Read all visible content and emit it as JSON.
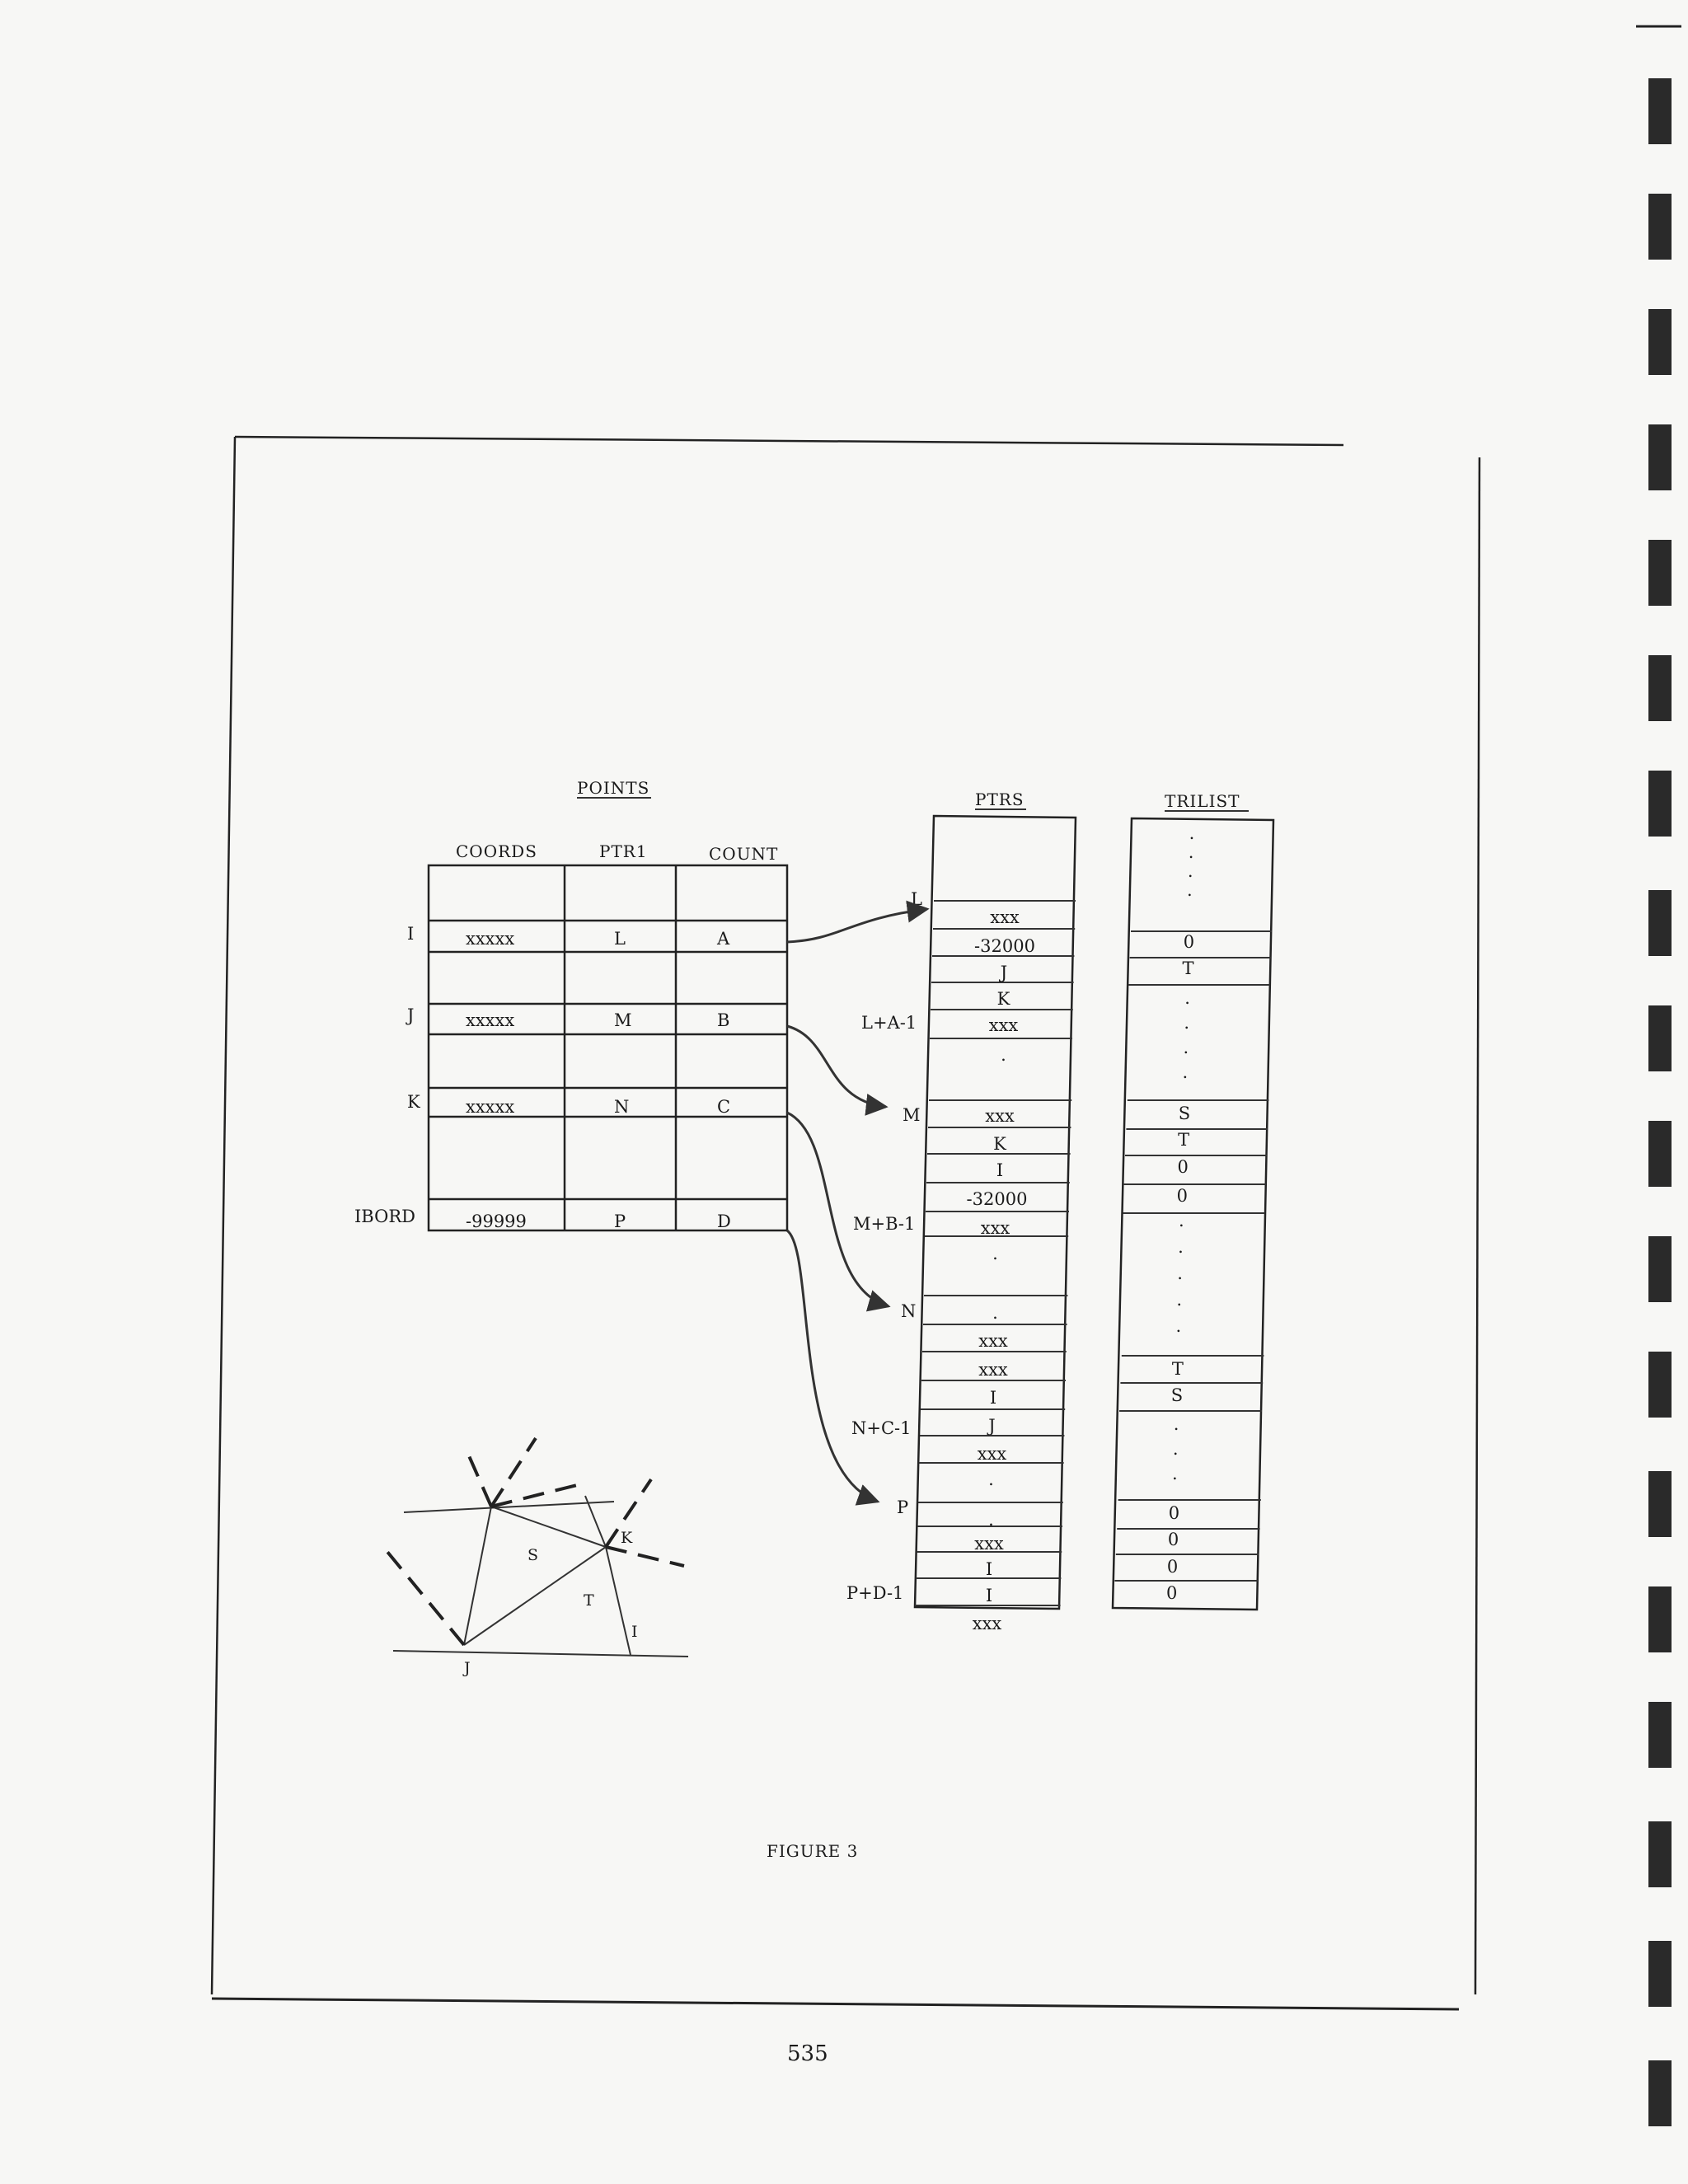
{
  "points": {
    "title": "POINTS",
    "headers": [
      "COORDS",
      "PTR1",
      "COUNT"
    ],
    "rows": [
      {
        "label": "I",
        "coords": "xxxxx",
        "ptr": "L",
        "count": "A"
      },
      {
        "label": "J",
        "coords": "xxxxx",
        "ptr": "M",
        "count": "B"
      },
      {
        "label": "K",
        "coords": "xxxxx",
        "ptr": "N",
        "count": "C"
      },
      {
        "label": "IBORD",
        "coords": "-99999",
        "ptr": "P",
        "count": "D"
      }
    ]
  },
  "ptrs": {
    "title": "PTRS",
    "cells": [
      "xxx",
      "-32000",
      "J",
      "K",
      "xxx",
      ".",
      "xxx",
      "K",
      "I",
      "-32000",
      "xxx",
      ".",
      ".",
      "xxx",
      "xxx",
      "I",
      "J",
      "xxx",
      ".",
      ".",
      "xxx",
      "I",
      "I",
      "xxx"
    ],
    "side_labels": [
      "L",
      "L+A-1",
      "M",
      "M+B-1",
      "N",
      "N+C-1",
      "P",
      "P+D-1"
    ]
  },
  "trilist": {
    "title": "TRILIST",
    "cells": [
      ".",
      ".",
      ".",
      ".",
      "0",
      "T",
      ".",
      ".",
      ".",
      ".",
      "S",
      "T",
      "0",
      "0",
      ".",
      ".",
      ".",
      ".",
      ".",
      "T",
      "S",
      ".",
      ".",
      ".",
      "0",
      "0",
      "0",
      "0"
    ]
  },
  "triangle_sketch": {
    "vertex_labels": [
      "K",
      "J",
      "I"
    ],
    "triangle_labels": [
      "S",
      "T"
    ]
  },
  "caption": "FIGURE 3",
  "page_number": "535",
  "colors": {
    "ink": "#1a1a1a",
    "paper": "#f7f7f5"
  }
}
